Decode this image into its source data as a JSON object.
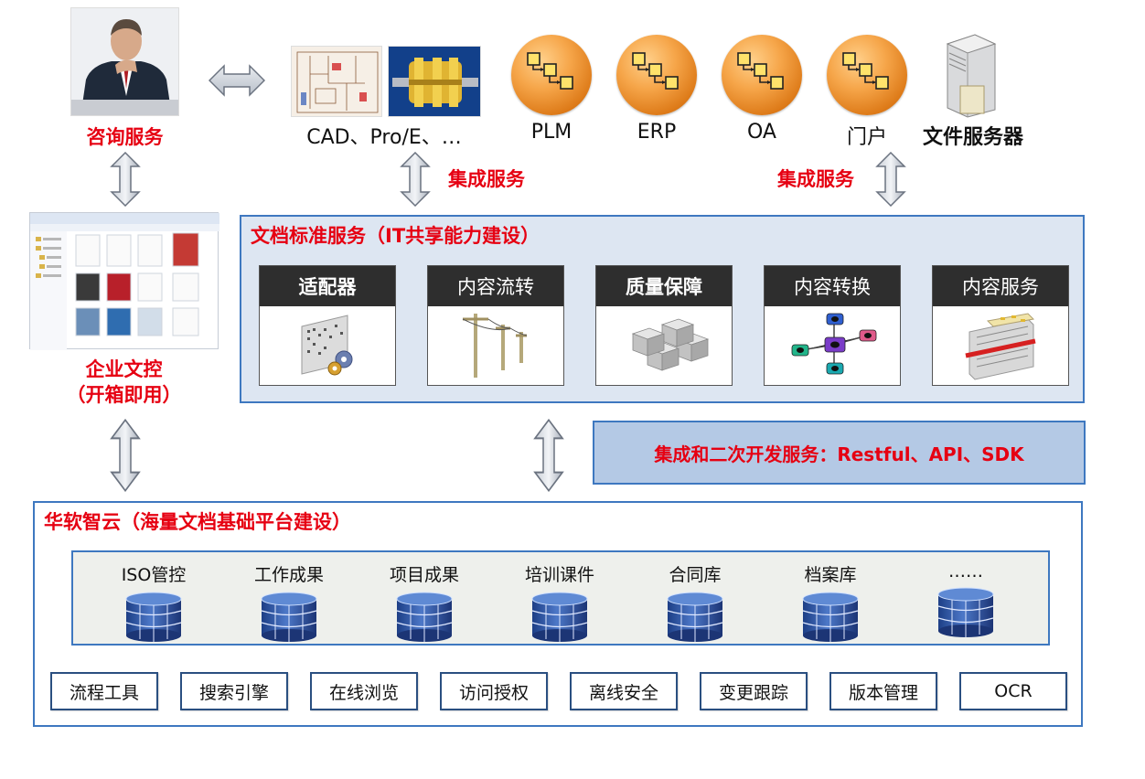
{
  "consult": {
    "label": "咨询服务"
  },
  "top_systems": [
    {
      "id": "cad",
      "label": "CAD、Pro/E、…"
    },
    {
      "id": "plm",
      "label": "PLM"
    },
    {
      "id": "erp",
      "label": "ERP"
    },
    {
      "id": "oa",
      "label": "OA"
    },
    {
      "id": "portal",
      "label": "门户"
    },
    {
      "id": "fileserver",
      "label": "文件服务器"
    }
  ],
  "integration_left": "集成服务",
  "integration_right": "集成服务",
  "enterprise": {
    "label_line1": "企业文控",
    "label_line2": "（开箱即用）"
  },
  "doc_standard": {
    "title": "文档标准服务（IT共享能力建设）",
    "services": [
      {
        "label": "适配器",
        "icon": "adapter-icon"
      },
      {
        "label": "内容流转",
        "icon": "utility-pole-icon"
      },
      {
        "label": "质量保障",
        "icon": "server-cluster-icon"
      },
      {
        "label": "内容转换",
        "icon": "network-nodes-icon"
      },
      {
        "label": "内容服务",
        "icon": "content-rack-icon"
      }
    ]
  },
  "dev_services": "集成和二次开发服务：Restful、API、SDK",
  "platform": {
    "title": "华软智云（海量文档基础平台建设）",
    "repos": [
      "ISO管控",
      "工作成果",
      "项目成果",
      "培训课件",
      "合同库",
      "档案库",
      "……"
    ],
    "tools": [
      "流程工具",
      "搜索引擎",
      "在线浏览",
      "访问授权",
      "离线安全",
      "变更跟踪",
      "版本管理",
      "OCR"
    ]
  },
  "colors": {
    "accent_red": "#e60012",
    "border_blue": "#3e78c0",
    "panel_blue": "#dde6f2",
    "dev_blue": "#b4c9e5",
    "orb_orange": "#f6a64a"
  }
}
